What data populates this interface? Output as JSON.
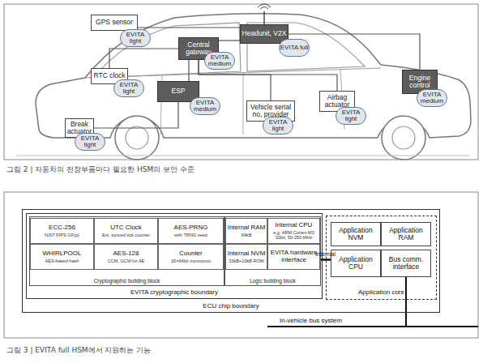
{
  "diagram": {
    "nodes": [
      {
        "text": [
          "GPS sensor"
        ]
      },
      {
        "text": [
          "EVITA light"
        ],
        "in": 0
      },
      {
        "text": [
          "Central gateway"
        ]
      },
      {
        "text": [
          "EVITA medium"
        ],
        "in": 2
      },
      {
        "text": [
          "Headunit, V2X"
        ]
      },
      {
        "text": [
          "EVITA full"
        ],
        "in": 4
      },
      {
        "text": [
          "RTC clock"
        ]
      },
      {
        "text": [
          "EVITA light"
        ],
        "in": 6
      },
      {
        "text": [
          "ESP"
        ]
      },
      {
        "text": [
          "EVITA medium"
        ],
        "in": 8
      },
      {
        "text": [
          "Vehicle serial no, provider"
        ]
      },
      {
        "text": [
          "EVITA light"
        ],
        "in": 10
      },
      {
        "text": [
          "Airbag actuator"
        ]
      },
      {
        "text": [
          "EVITA light"
        ],
        "in": 12
      },
      {
        "text": [
          "Engine control"
        ]
      },
      {
        "text": [
          "EVITA medium"
        ],
        "in": 14
      },
      {
        "text": [
          "Break actuator"
        ]
      },
      {
        "text": [
          "EVITA light"
        ],
        "in": 16
      },
      {
        "text": [
          "ECU chip boundary"
        ]
      },
      {
        "text": [
          "EVITA cryptographic boundary"
        ],
        "in": 18
      },
      {
        "text": [
          "Cryptographic building block"
        ],
        "in": 19
      },
      {
        "text": [
          "ECC-256",
          "NIST FIPS GF(p)"
        ],
        "in": 20
      },
      {
        "text": [
          "UTC Clock",
          "Ext. synced tick counter"
        ],
        "in": 20
      },
      {
        "text": [
          "AES-PRNG",
          "with TRNG seed"
        ],
        "in": 20
      },
      {
        "text": [
          "WHIRLPOOL",
          "AES-based hash"
        ],
        "in": 20
      },
      {
        "text": [
          "AES-128",
          "CCM, GCM for AE"
        ],
        "in": 20
      },
      {
        "text": [
          "Counter",
          "16×64bit monotonic"
        ],
        "in": 20
      },
      {
        "text": [
          "Logic building block"
        ],
        "in": 19
      },
      {
        "text": [
          "Internal RAM",
          "64kB"
        ],
        "in": 27
      },
      {
        "text": [
          "Internal CPU",
          "e.g. ARM Cortex-M3 32bit, 50-250 MHz"
        ],
        "in": 27
      },
      {
        "text": [
          "Internal NVM",
          "32kB+10kB ROM"
        ],
        "in": 27
      },
      {
        "text": [
          "EVITA hardware interface"
        ],
        "in": 27
      },
      {
        "text": [
          "Application core"
        ],
        "in": 18
      },
      {
        "text": [
          "Application NVM"
        ],
        "in": 32
      },
      {
        "text": [
          "Application RAM"
        ],
        "in": 32
      },
      {
        "text": [
          "Application CPU"
        ],
        "in": 32
      },
      {
        "text": [
          "Bus comm. interface"
        ],
        "in": 32
      }
    ],
    "edges": [
      {
        "from": 0,
        "to": 4,
        "arrow": "none"
      },
      {
        "from": 6,
        "to": 2,
        "arrow": "none"
      },
      {
        "from": 2,
        "to": 4,
        "arrow": "none"
      },
      {
        "from": 2,
        "to": 8,
        "arrow": "none"
      },
      {
        "from": 8,
        "to": 16,
        "arrow": "none"
      },
      {
        "from": 2,
        "to": 10,
        "arrow": "none"
      },
      {
        "from": 2,
        "to": 12,
        "arrow": "none"
      },
      {
        "from": 4,
        "to": 14,
        "arrow": "none"
      },
      {
        "from": 31,
        "to": 35,
        "label": "internal",
        "arrow": "none"
      }
    ],
    "labels": [
      "그림 2 | 자동차의 전장부품마다 필요한 HSM의 보안 수준",
      "In-vehicle bus system",
      "그림 3 | EVITA full HSM에서 지원하는 기능"
    ]
  }
}
